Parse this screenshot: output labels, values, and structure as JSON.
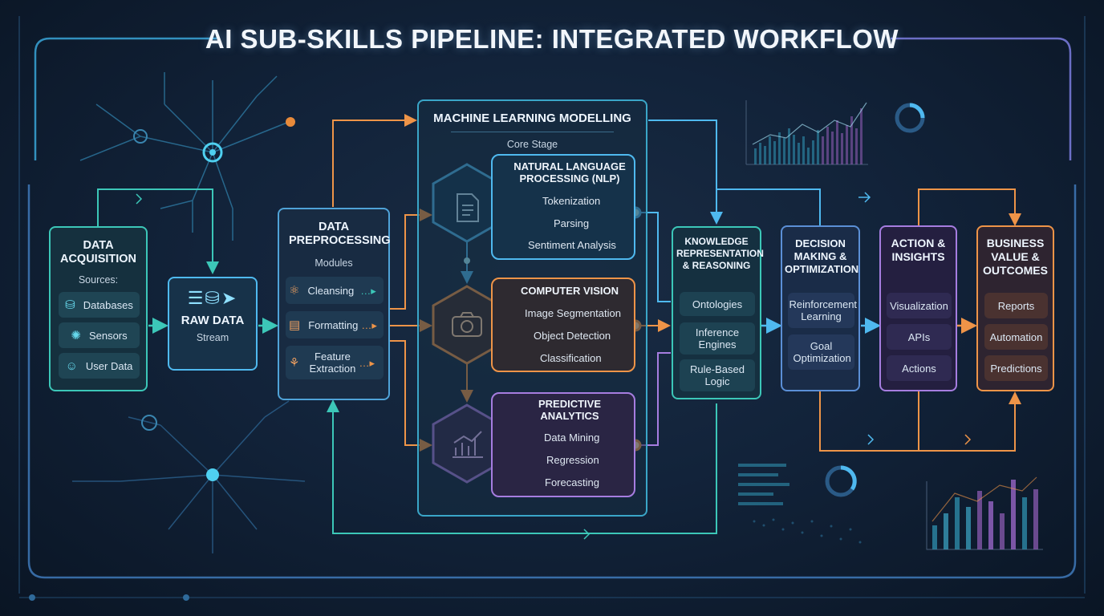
{
  "title": "AI SUB-SKILLS PIPELINE: INTEGRATED WORKFLOW",
  "acquisition": {
    "title": "DATA ACQUISITION",
    "sources_label": "Sources:",
    "items": [
      "Databases",
      "Sensors",
      "User Data"
    ]
  },
  "raw_data": {
    "title": "RAW DATA",
    "sub": "Stream"
  },
  "preprocessing": {
    "title": "DATA PREPROCESSING",
    "sub": "Modules",
    "items": [
      "Cleansing",
      "Formatting",
      "Feature Extraction"
    ]
  },
  "ml": {
    "title": "MACHINE LEARNING MODELLING",
    "sub": "Core Stage",
    "nlp": {
      "title": "NATURAL LANGUAGE PROCESSING (NLP)",
      "items": [
        "Tokenization",
        "Parsing",
        "Sentiment Analysis"
      ]
    },
    "cv": {
      "title": "COMPUTER VISION",
      "items": [
        "Image Segmentation",
        "Object Detection",
        "Classification"
      ]
    },
    "pa": {
      "title": "PREDICTIVE ANALYTICS",
      "items": [
        "Data Mining",
        "Regression",
        "Forecasting"
      ]
    }
  },
  "knowledge": {
    "title": "KNOWLEDGE REPRESENTATION & REASONING",
    "items": [
      "Ontologies",
      "Inference Engines",
      "Rule-Based Logic"
    ]
  },
  "decision": {
    "title": "DECISION MAKING & OPTIMIZATION",
    "items": [
      "Reinforcement Learning",
      "Goal Optimization"
    ]
  },
  "action": {
    "title": "ACTION & INSIGHTS",
    "items": [
      "Visualization",
      "APIs",
      "Actions"
    ]
  },
  "business": {
    "title": "BUSINESS VALUE & OUTCOMES",
    "items": [
      "Reports",
      "Automation",
      "Predictions"
    ]
  },
  "colors": {
    "teal": "#3cc7b8",
    "cyan": "#4fb9ef",
    "orange": "#ee9448",
    "purple": "#a67de0",
    "blue": "#5b8fd6"
  }
}
